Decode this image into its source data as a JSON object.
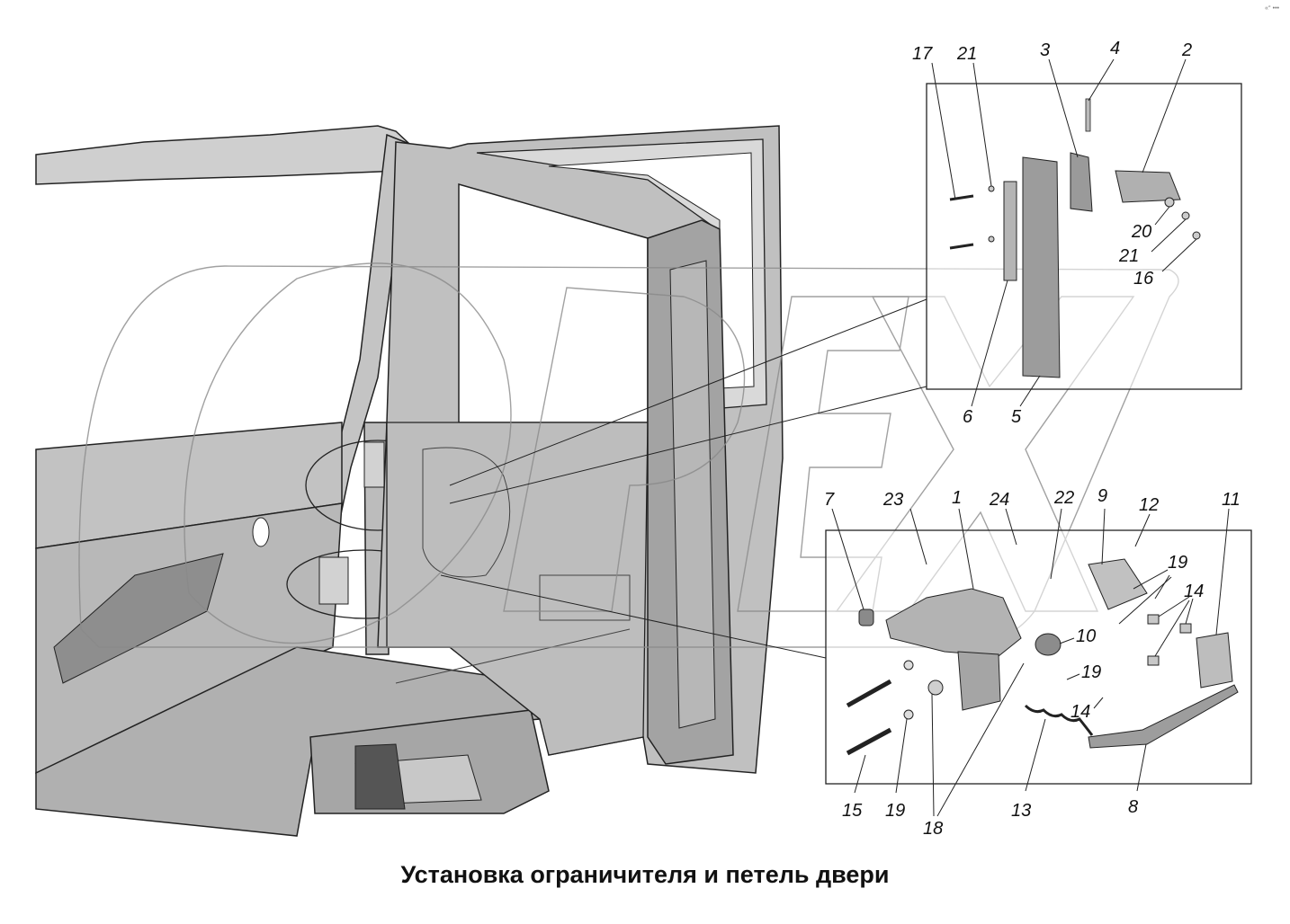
{
  "title": "Установка ограничителя и петель двери",
  "corner_mark": "«° •••",
  "watermark_text": "ОРЕХ",
  "colors": {
    "background": "#ffffff",
    "panel": "#bdbdbd",
    "panel_dark": "#9a9a9a",
    "panel_light": "#d8d8d8",
    "line": "#222222",
    "part": "#a8a8a8"
  },
  "callouts": {
    "c17": "17",
    "c21a": "21",
    "c3": "3",
    "c4": "4",
    "c2": "2",
    "c20": "20",
    "c21b": "21",
    "c16": "16",
    "c6": "6",
    "c5": "5",
    "c7": "7",
    "c23": "23",
    "c1": "1",
    "c24": "24",
    "c22": "22",
    "c9": "9",
    "c12": "12",
    "c11": "11",
    "c19a": "19",
    "c14a": "14",
    "c10": "10",
    "c19b": "19",
    "c14b": "14",
    "c15": "15",
    "c19c": "19",
    "c18": "18",
    "c13": "13",
    "c8": "8"
  }
}
